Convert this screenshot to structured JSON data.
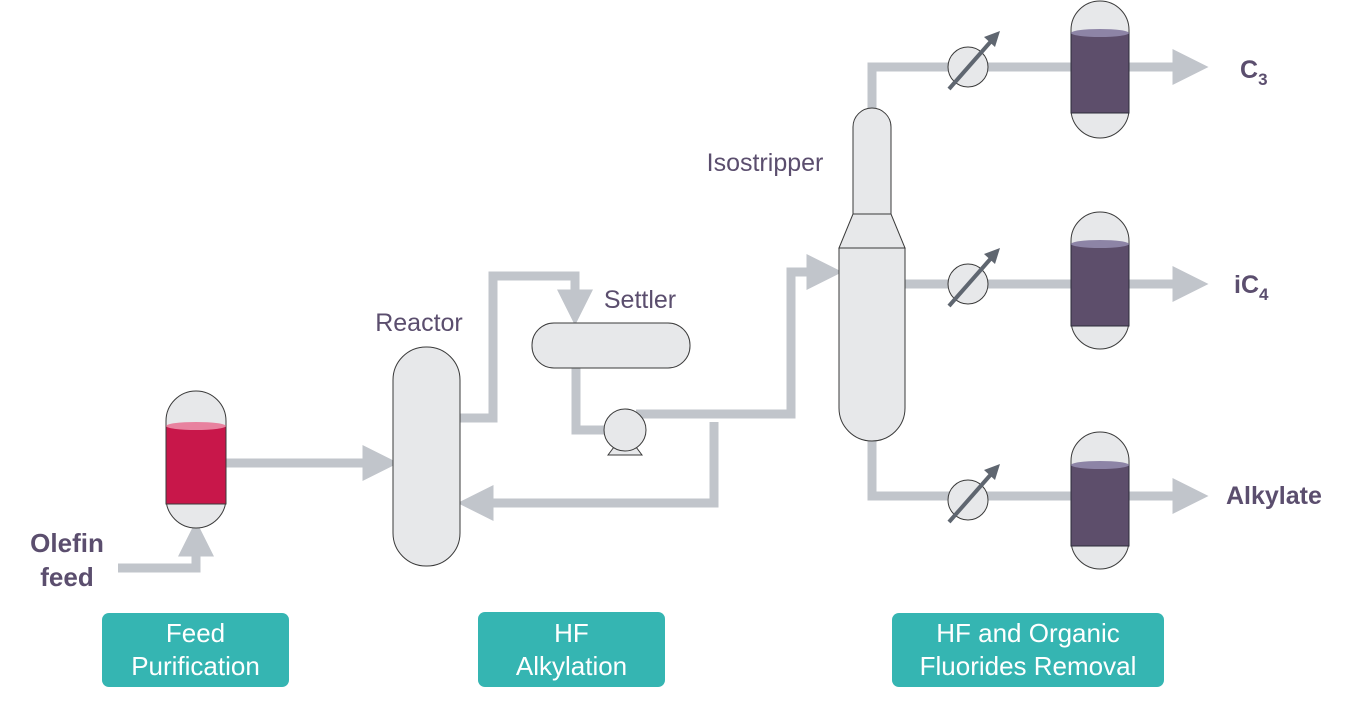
{
  "labels": {
    "olefin_feed_line1": "Olefin",
    "olefin_feed_line2": "feed",
    "reactor": "Reactor",
    "settler": "Settler",
    "isostripper": "Isostripper",
    "product_c3": "C",
    "product_c3_sub": "3",
    "product_ic4": "iC",
    "product_ic4_sub": "4",
    "product_alkylate": "Alkylate"
  },
  "stages": [
    {
      "line1": "Feed",
      "line2": "Purification"
    },
    {
      "line1": "HF",
      "line2": "Alkylation"
    },
    {
      "line1": "HF and Organic",
      "line2": "Fluorides Removal"
    }
  ],
  "colors": {
    "pipe": "#c1c5cb",
    "vessel_fill": "#e7e8ea",
    "vessel_stroke": "#3a3a3a",
    "feed_drum_fill": "#c8174a",
    "treater_fill": "#5d4e6b",
    "label_text": "#5b4e6e",
    "stage_box": "#35b5b2",
    "heater_arrow": "#5f6670"
  }
}
